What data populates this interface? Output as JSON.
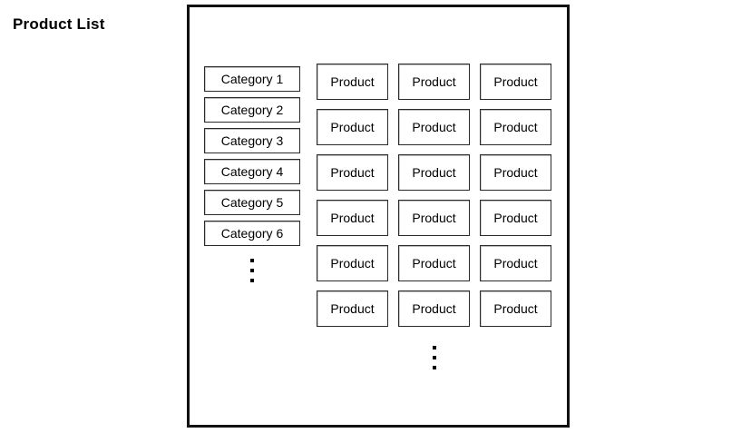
{
  "page": {
    "title": "Product List"
  },
  "frame": {
    "name": "wireframe-screen"
  },
  "sidebar": {
    "categories": [
      {
        "label": "Category 1"
      },
      {
        "label": "Category 2"
      },
      {
        "label": "Category 3"
      },
      {
        "label": "Category 4"
      },
      {
        "label": "Category 5"
      },
      {
        "label": "Category 6"
      }
    ],
    "more_indicator": "vertical-ellipsis"
  },
  "main": {
    "product_label": "Product",
    "columns": 3,
    "rows": 6,
    "products": [
      {
        "label": "Product"
      },
      {
        "label": "Product"
      },
      {
        "label": "Product"
      },
      {
        "label": "Product"
      },
      {
        "label": "Product"
      },
      {
        "label": "Product"
      },
      {
        "label": "Product"
      },
      {
        "label": "Product"
      },
      {
        "label": "Product"
      },
      {
        "label": "Product"
      },
      {
        "label": "Product"
      },
      {
        "label": "Product"
      },
      {
        "label": "Product"
      },
      {
        "label": "Product"
      },
      {
        "label": "Product"
      },
      {
        "label": "Product"
      },
      {
        "label": "Product"
      },
      {
        "label": "Product"
      }
    ],
    "more_indicator": "vertical-ellipsis"
  },
  "colors": {
    "background": "#ffffff",
    "frame_border": "#111111",
    "box_border": "#2a2a2a",
    "text": "#000000"
  }
}
